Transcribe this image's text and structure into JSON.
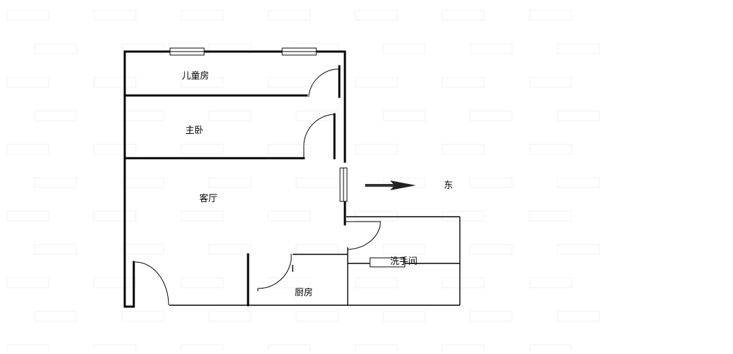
{
  "plan": {
    "rooms": {
      "children_room": "儿童房",
      "master_bedroom": "主卧",
      "living_room": "客厅",
      "kitchen": "厨房",
      "bathroom": "洗手间"
    },
    "compass_label": "东"
  },
  "colors": {
    "wall": "#000000",
    "watermark": "#e9e9e9",
    "arrow": "#333333"
  }
}
